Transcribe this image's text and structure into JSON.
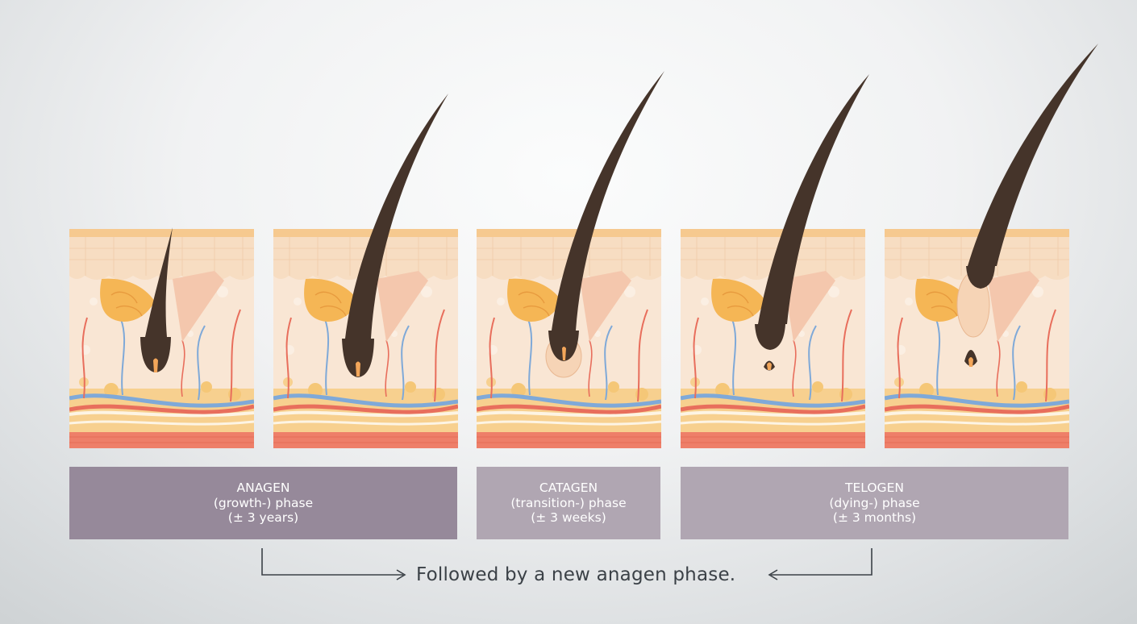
{
  "phases": {
    "anagen": {
      "name": "ANAGEN",
      "type": "(growth-) phase",
      "duration": "(± 3 years)"
    },
    "catagen": {
      "name": "CATAGEN",
      "type": "(transition-) phase",
      "duration": "(± 3 weeks)"
    },
    "telogen": {
      "name": "TELOGEN",
      "type": "(dying-) phase",
      "duration": "(± 3 months)"
    }
  },
  "footer": {
    "text": "Followed by a new anagen phase."
  },
  "colors": {
    "hair": "#45342a",
    "skin_top": "#f7ddc2",
    "skin_mid": "#f9e6d4",
    "fat": "#f7d08f",
    "muscle": "#ee7f69",
    "vein": "#7fa9d8",
    "artery": "#e86e5c",
    "anagen_box": "#96899a",
    "other_box": "#b0a6b2"
  }
}
